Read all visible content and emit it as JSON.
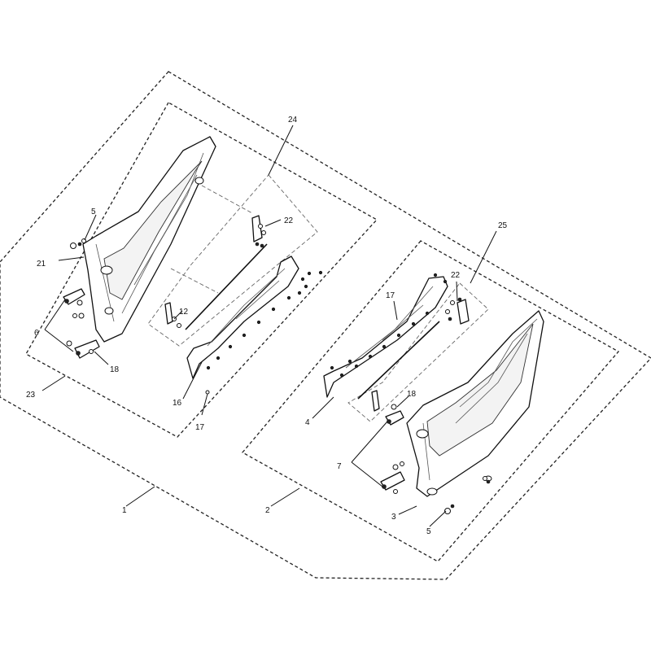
{
  "diagram": {
    "callouts": {
      "c1": "1",
      "c2": "2",
      "c3": "3",
      "c4": "4",
      "c5a": "5",
      "c5b": "5",
      "c6": "6",
      "c7": "7",
      "c12": "12",
      "c16": "16",
      "c17a": "17",
      "c17b": "17",
      "c18a": "18",
      "c18b": "18",
      "c21": "21",
      "c22a": "22",
      "c22b": "22",
      "c23": "23",
      "c24": "24",
      "c25": "25"
    }
  }
}
